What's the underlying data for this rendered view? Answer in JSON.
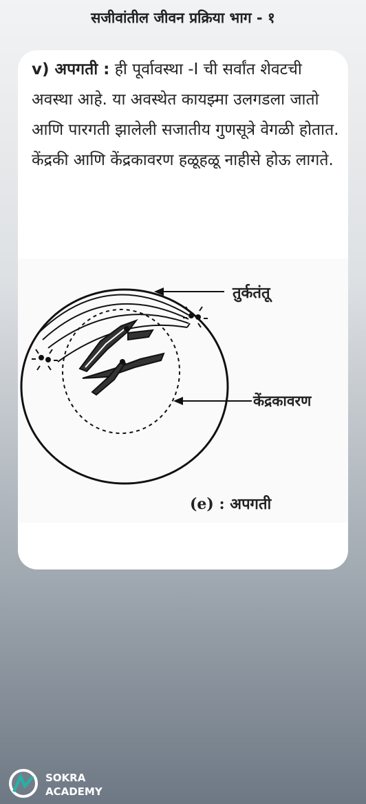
{
  "header": {
    "title": "सजीवांतील जीवन प्रक्रिया भाग - १"
  },
  "content": {
    "term": "v) अपगती :",
    "text": "ही पूर्वावस्था -I ची सर्वांत शेवटची अवस्था आहे. या अवस्थेत कायझ्मा उलगडला जातो आणि पारगती झालेली सजातीय गुणसूत्रे वेगळी होतात. केंद्रकी आणि केंद्रकावरण हळूहळू नाहीसे होऊ लागते."
  },
  "diagram": {
    "label_spindle": "तुर्कतंतू",
    "label_envelope": "केंद्रकावरण",
    "caption": "(e) : अपगती"
  },
  "watermark": {
    "text": "SOKRA ACADEMY"
  },
  "brand": {
    "line1": "SOKRA",
    "line2": "ACADEMY"
  }
}
